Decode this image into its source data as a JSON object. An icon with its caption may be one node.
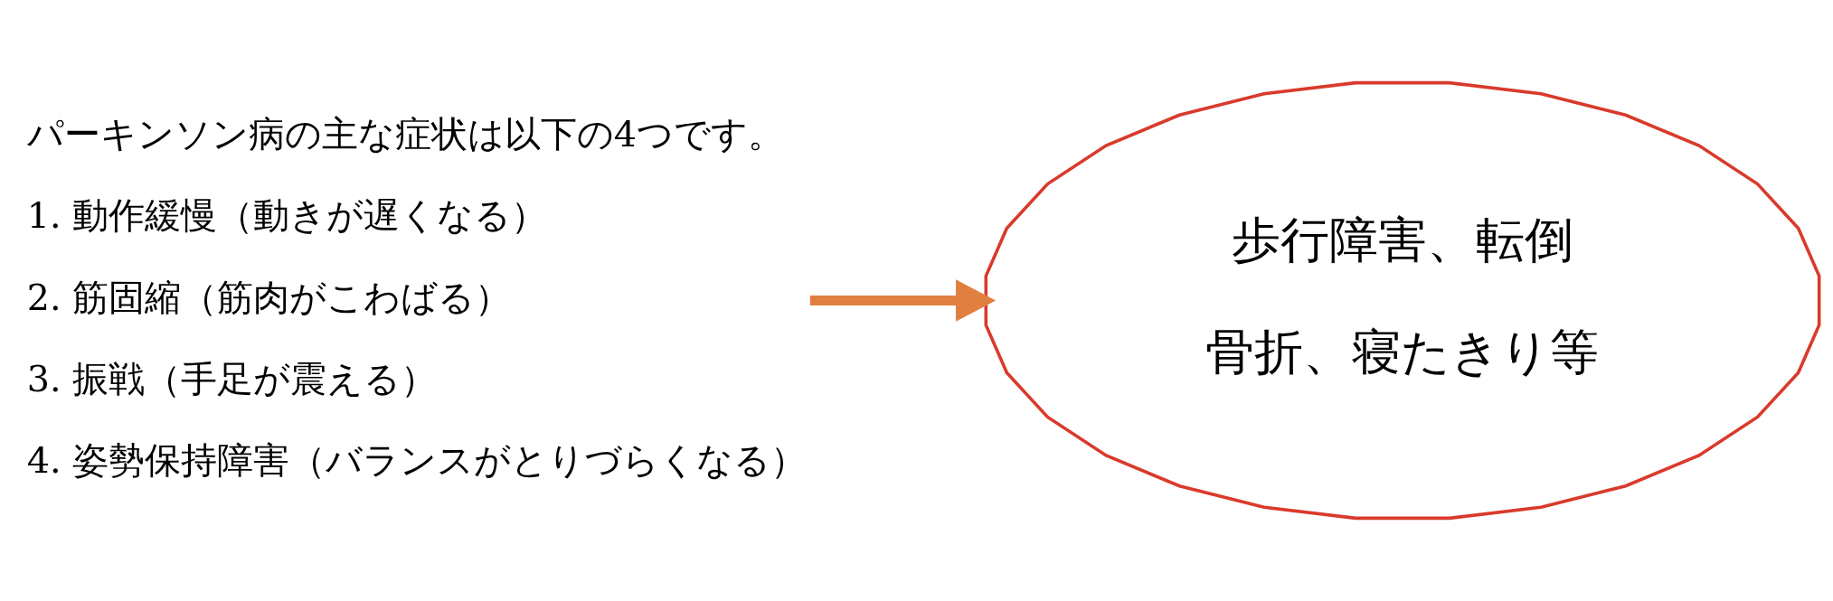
{
  "diagram": {
    "nodes": [
      {
        "text": [
          "パーキンソン病の主な症状は以下の4つです。",
          "1. 動作緩慢（動きが遅くなる）",
          "2. 筋固縮（筋肉がこわばる）",
          "3. 振戦（手足が震える）",
          "4. 姿勢保持障害（バランスがとりづらくなる）"
        ]
      },
      {
        "text": [
          "歩行障害、転倒",
          "骨折、寝たきり等"
        ]
      }
    ],
    "edges": [
      {
        "from": 0,
        "to": 1,
        "arrow": "to"
      }
    ]
  }
}
